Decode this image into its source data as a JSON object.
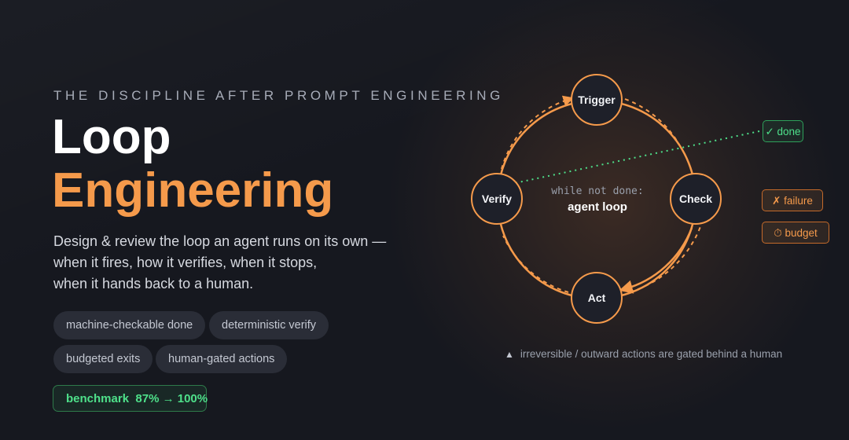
{
  "hero": {
    "eyebrow": "THE DISCIPLINE AFTER PROMPT ENGINEERING",
    "title_line1": "Loop",
    "title_line2": "Engineering",
    "description": [
      "Design & review the loop an agent runs on its own —",
      "when it fires, how it verifies, when it stops,",
      "when it hands back to a human."
    ],
    "chips": [
      "machine-checkable done",
      "deterministic verify",
      "budgeted exits",
      "human-gated actions"
    ],
    "benchmark": {
      "label": "benchmark",
      "value": "87% → 100%"
    }
  },
  "loop": {
    "center_code": "while not done:",
    "center_label": "agent loop",
    "nodes": [
      "Trigger",
      "Check",
      "Act",
      "Verify"
    ],
    "exits": {
      "done_icon": "check-icon",
      "done_glyph": "✓",
      "done": "done",
      "failure_glyph": "✗",
      "failure": "failure",
      "budget_glyph": "⏱",
      "budget": "budget"
    },
    "note_glyph": "▲",
    "note": "irreversible / outward actions are gated behind a human"
  },
  "colors": {
    "background": "#16181f",
    "accent": "#f59a4b",
    "success": "#4ee08a",
    "chip": "#2a2d37"
  }
}
